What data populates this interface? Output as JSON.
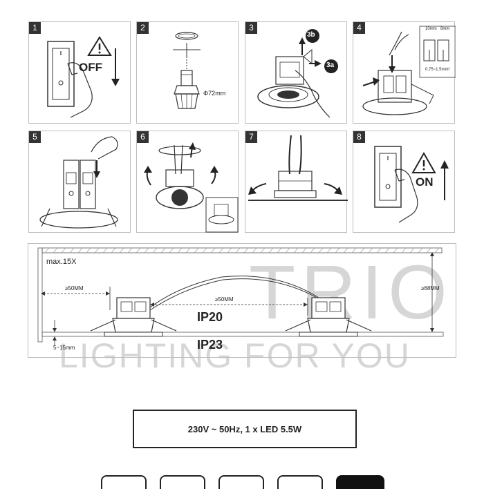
{
  "steps": [
    {
      "number": "1",
      "text": "OFF"
    },
    {
      "number": "2",
      "text": "Φ72mm"
    },
    {
      "number": "3",
      "tag_a": "3a",
      "tag_b": "3b"
    },
    {
      "number": "4",
      "text_top": "10mm",
      "text_top2": "8mm",
      "text_bottom": "0.75~1.5mm²"
    },
    {
      "number": "5"
    },
    {
      "number": "6"
    },
    {
      "number": "7"
    },
    {
      "number": "8",
      "text": "ON"
    }
  ],
  "installation": {
    "max_label": "max.15X",
    "dist_left": "≥50MM",
    "dist_between": "≥50MM",
    "height_label": "≥68MM",
    "ceiling_label": "5~15mm",
    "rating_top": "IP20",
    "rating_bottom": "IP23"
  },
  "watermark": {
    "brand": "TRIO",
    "tagline": "LIGHTING FOR YOU"
  },
  "spec": {
    "text": "230V ~ 50Hz, 1 x LED 5.5W"
  },
  "colors": {
    "line": "#333333",
    "panel_border": "#bdbdbd",
    "watermark": "#d6d6d6",
    "number_bg": "#333333"
  }
}
